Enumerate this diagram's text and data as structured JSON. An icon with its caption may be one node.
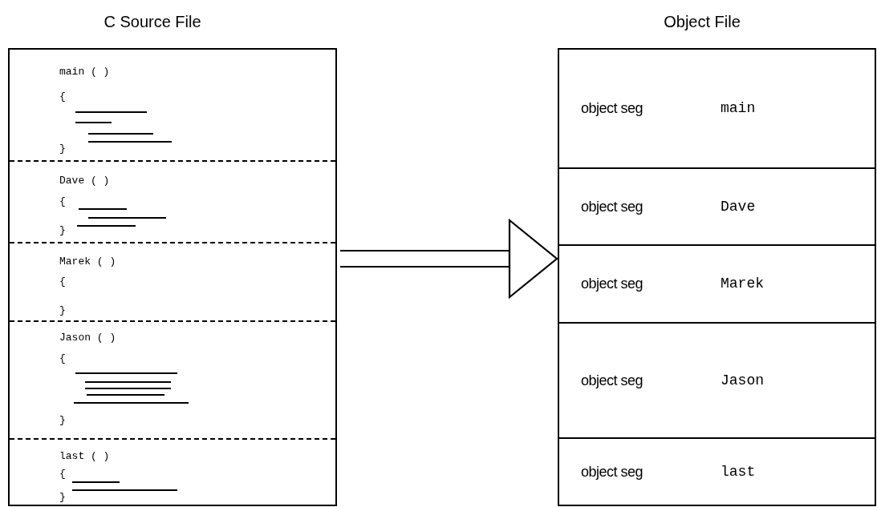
{
  "diagram": {
    "nodes": [
      {
        "text": [
          "C Source File"
        ]
      },
      {
        "text": [
          "main ( )",
          "{",
          "}"
        ],
        "in": 0
      },
      {
        "text": [
          "Dave ( )",
          "{",
          "}"
        ],
        "in": 0
      },
      {
        "text": [
          "Marek ( )",
          "{",
          "}"
        ],
        "in": 0
      },
      {
        "text": [
          "Jason ( )",
          "{",
          "}"
        ],
        "in": 0
      },
      {
        "text": [
          "last ( )",
          "{",
          "}"
        ],
        "in": 0
      },
      {
        "text": [
          "Object File"
        ]
      },
      {
        "text": [
          "object seg",
          "main"
        ],
        "in": 6
      },
      {
        "text": [
          "object seg",
          "Dave"
        ],
        "in": 6
      },
      {
        "text": [
          "object seg",
          "Marek"
        ],
        "in": 6
      },
      {
        "text": [
          "object seg",
          "Jason"
        ],
        "in": 6
      },
      {
        "text": [
          "object seg",
          "last"
        ],
        "in": 6
      }
    ],
    "edges": [
      {
        "from": 0,
        "to": 6,
        "arrow": "to"
      }
    ]
  }
}
